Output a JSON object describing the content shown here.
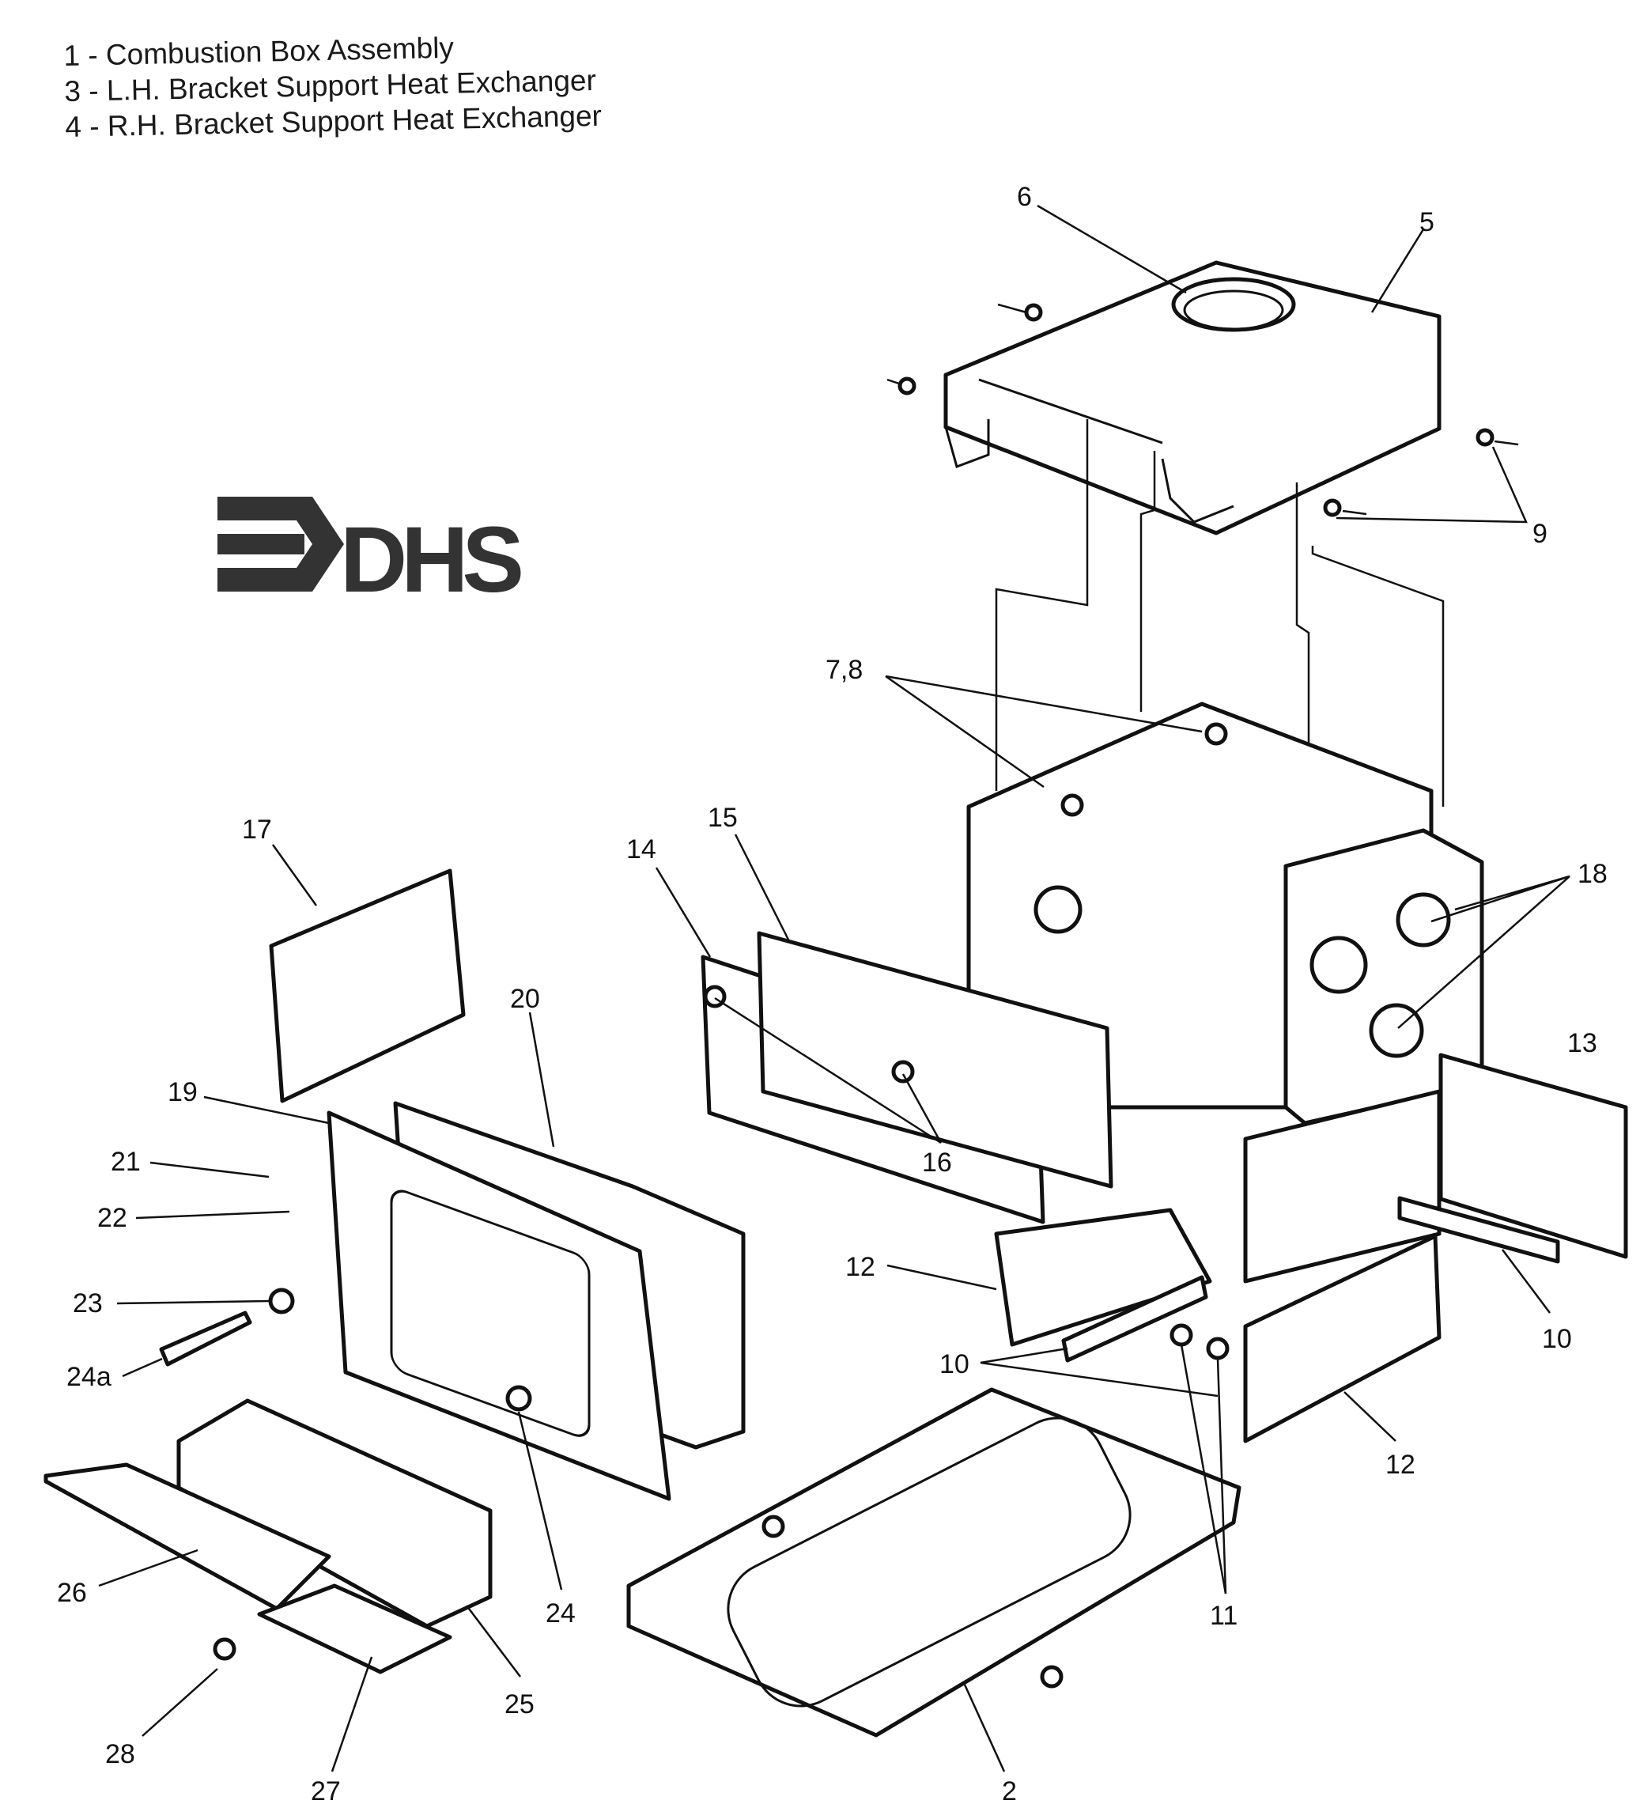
{
  "legend": [
    "1 - Combustion Box Assembly",
    "3 - L.H. Bracket Support Heat Exchanger",
    "4 - R.H. Bracket Support Heat Exchanger"
  ],
  "logo": {
    "text": "DHS"
  },
  "callouts": {
    "c2": "2",
    "c5": "5",
    "c6": "6",
    "c78": "7,8",
    "c9": "9",
    "c10a": "10",
    "c10b": "10",
    "c11": "11",
    "c12a": "12",
    "c12b": "12",
    "c13": "13",
    "c14": "14",
    "c15": "15",
    "c16": "16",
    "c17": "17",
    "c18": "18",
    "c19": "19",
    "c20": "20",
    "c21": "21",
    "c22": "22",
    "c23": "23",
    "c24": "24",
    "c24a": "24a",
    "c25": "25",
    "c26": "26",
    "c27": "27",
    "c28": "28"
  }
}
